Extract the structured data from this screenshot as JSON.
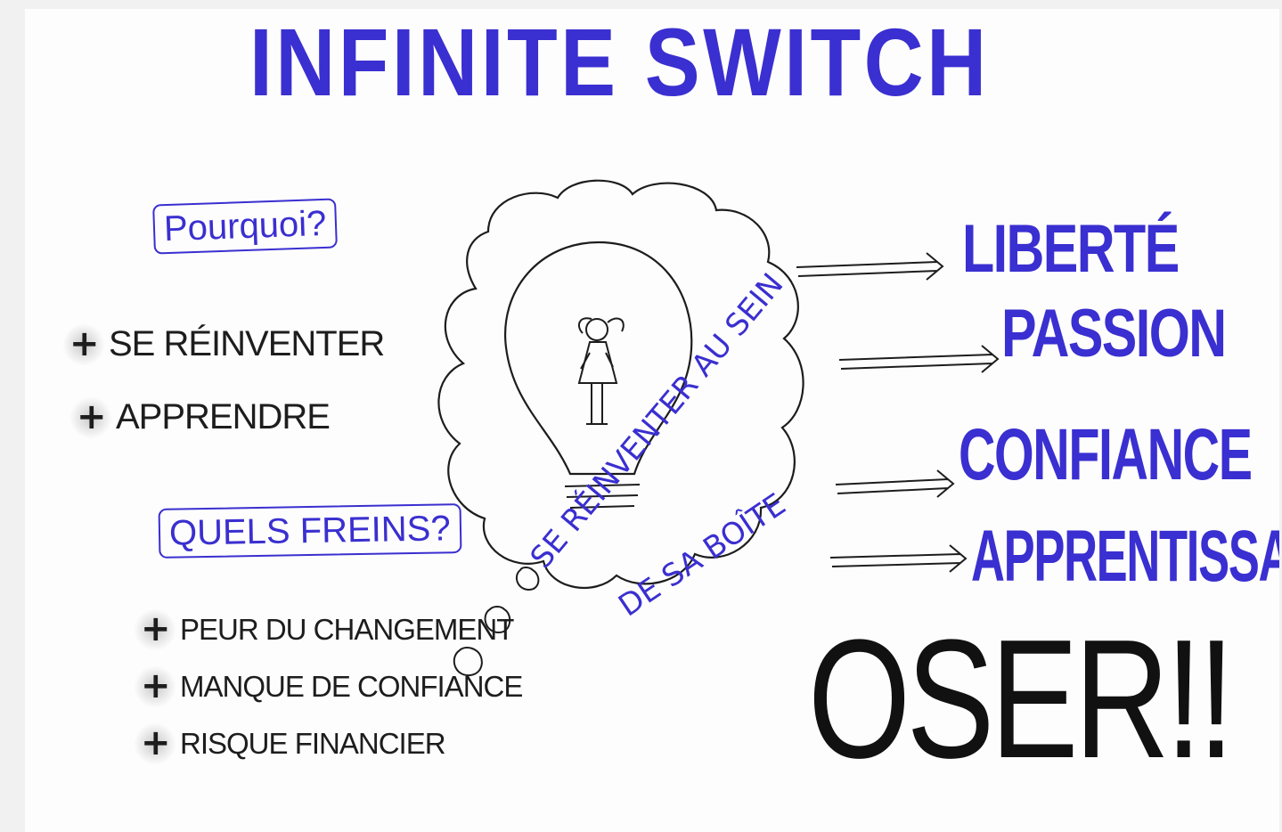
{
  "title": "INFINITE SWITCH",
  "pourquoi": {
    "heading": "Pourquoi?",
    "items": [
      "SE RÉINVENTER",
      "APPRENDRE"
    ]
  },
  "freins": {
    "heading": "QUELS FREINS?",
    "items": [
      "PEUR DU CHANGEMENT",
      "MANQUE DE CONFIANCE",
      "RISQUE FINANCIER"
    ]
  },
  "bubble_caption": {
    "line1": "SE RÉINVENTER AU SEIN",
    "line2": "DE SA BOÎTE"
  },
  "outcomes": [
    "LIBERTÉ",
    "PASSION",
    "CONFIANCE",
    "APPRENTISSAGE"
  ],
  "conclusion": "OSER!!",
  "colors": {
    "blue_ink": "#3a2fd0",
    "black_ink": "#1d1d1d",
    "board": "#fdfdfd"
  }
}
